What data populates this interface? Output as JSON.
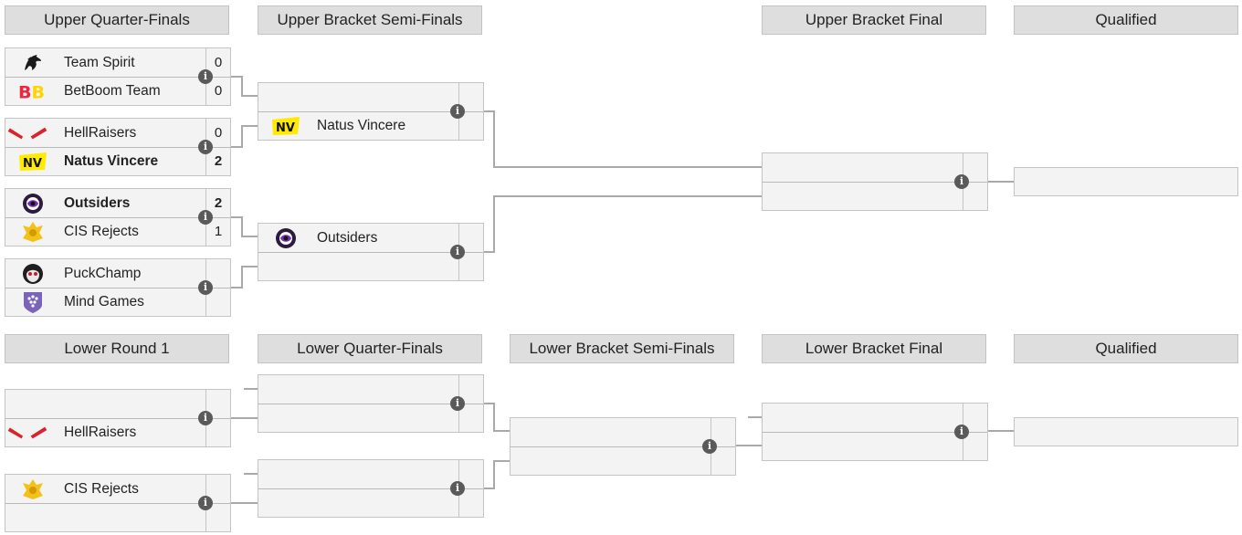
{
  "upper": {
    "headers": {
      "quarter_finals": "Upper Quarter-Finals",
      "semi_finals": "Upper Bracket Semi-Finals",
      "final": "Upper Bracket Final",
      "qualified": "Qualified"
    },
    "qf": [
      {
        "team1": "Team Spirit",
        "score1": "0",
        "team2": "BetBoom Team",
        "score2": "0"
      },
      {
        "team1": "HellRaisers",
        "score1": "0",
        "team2": "Natus Vincere",
        "score2": "2"
      },
      {
        "team1": "Outsiders",
        "score1": "2",
        "team2": "CIS Rejects",
        "score2": "1"
      },
      {
        "team1": "PuckChamp",
        "score1": "",
        "team2": "Mind Games",
        "score2": ""
      }
    ],
    "sf": [
      {
        "team1": "",
        "team2": "Natus Vincere"
      },
      {
        "team1": "Outsiders",
        "team2": ""
      }
    ]
  },
  "lower": {
    "headers": {
      "round1": "Lower Round 1",
      "quarter_finals": "Lower Quarter-Finals",
      "semi_finals": "Lower Bracket Semi-Finals",
      "final": "Lower Bracket Final",
      "qualified": "Qualified"
    },
    "r1": [
      {
        "team1": "",
        "team2": "HellRaisers"
      },
      {
        "team1": "CIS Rejects",
        "team2": ""
      }
    ]
  },
  "info_glyph": "i",
  "icons": [
    "team-spirit-logo-icon",
    "betboom-logo-icon",
    "hellraisers-logo-icon",
    "navi-logo-icon",
    "outsiders-logo-icon",
    "cis-rejects-logo-icon",
    "puckchamp-logo-icon",
    "mind-games-logo-icon"
  ]
}
